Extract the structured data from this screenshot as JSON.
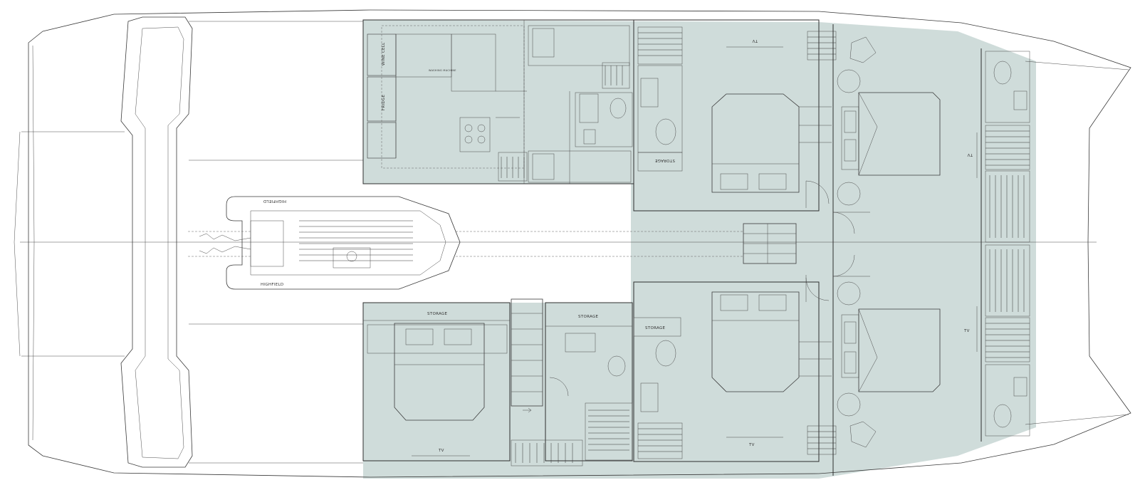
{
  "labels": {
    "wine_cell": "WINE CELL",
    "fridge": "FRIDGE",
    "washing_machine": "WASHING MACHINE",
    "storage_port": "STORAGE",
    "storage_stbd_1": "STORAGE",
    "storage_stbd_2": "STORAGE",
    "storage_stbd_3": "STORAGE",
    "tv_port_aft": "TV",
    "tv_port_fwd": "TV",
    "tv_stbd_aft": "TV",
    "tv_stbd_mid": "TV",
    "tv_stbd_fwd": "TV",
    "tender_brand_top": "HIGHFIELD",
    "tender_brand_bottom": "HIGHFIELD"
  },
  "colors": {
    "interior_fill": "#cfdcda",
    "line": "#3a3a3a",
    "background": "#ffffff"
  }
}
